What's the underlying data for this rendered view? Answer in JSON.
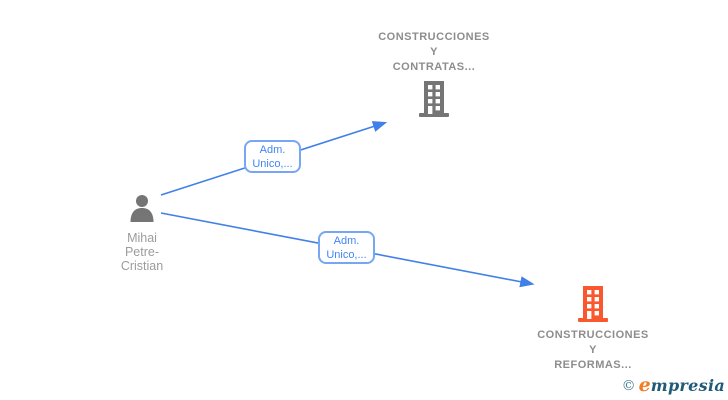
{
  "diagram": {
    "type": "company-relationship-graph",
    "background": "#ffffff",
    "nodes": {
      "person": {
        "id": "person",
        "kind": "person",
        "icon": "person-icon",
        "name_lines": [
          "Mihai",
          "Petre-",
          "Cristian"
        ],
        "full_name": "Mihai Petre-Cristian"
      },
      "company_top": {
        "id": "company_top",
        "kind": "company",
        "icon": "building-icon",
        "icon_color": "#757575",
        "name_lines": [
          "CONSTRUCCIONES",
          "Y",
          "CONTRATAS..."
        ],
        "full_name": "CONSTRUCCIONES Y CONTRATAS..."
      },
      "company_bottom": {
        "id": "company_bottom",
        "kind": "company",
        "icon": "building-icon",
        "icon_color": "#f9582e",
        "name_lines": [
          "CONSTRUCCIONES",
          "Y",
          "REFORMAS..."
        ],
        "full_name": "CONSTRUCCIONES Y REFORMAS..."
      }
    },
    "edges": [
      {
        "from": "person",
        "to": "company_top",
        "label_lines": [
          "Adm.",
          "Unico,..."
        ],
        "label": "Adm. Unico,..."
      },
      {
        "from": "person",
        "to": "company_bottom",
        "label_lines": [
          "Adm.",
          "Unico,..."
        ],
        "label": "Adm. Unico,..."
      }
    ]
  },
  "colors": {
    "edge_blue": "#4080e8",
    "edge_label_text": "#4285f4",
    "edge_label_border": "#76a6f4",
    "icon_gray": "#757575",
    "icon_orange": "#f9582e",
    "company_text": "#8d8d8d",
    "person_text": "#9c9c9c",
    "logo_copyright": "#4a8099",
    "logo_e_orange": "#f47b20",
    "logo_teal": "#1f5b77"
  },
  "watermark": {
    "copyright": "©",
    "brand_first_letter": "e",
    "brand_rest": "mpresia",
    "brand": "empresia"
  }
}
